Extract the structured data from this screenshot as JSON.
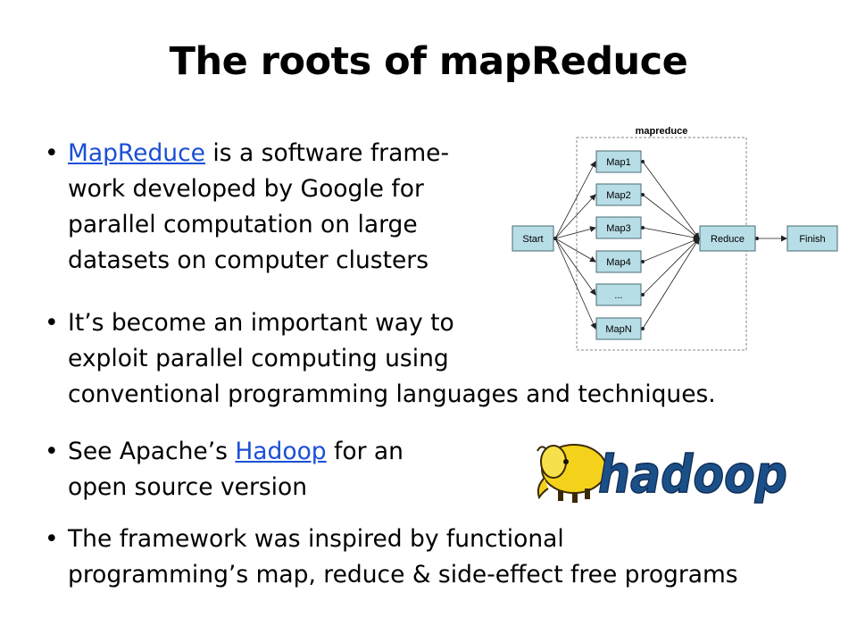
{
  "slide": {
    "title": "The roots of mapReduce",
    "bullet_char": "•",
    "bullets": [
      {
        "link": "MapReduce",
        "line1_rest": " is a software frame-",
        "line2": "work developed by Google for",
        "line3": "parallel computation on large",
        "line4": "datasets on computer clusters"
      },
      {
        "line1": "It’s become an important way to",
        "line2": "exploit parallel computing using",
        "line3": "conventional programming languages and techniques."
      },
      {
        "pre": "See Apache’s ",
        "link": "Hadoop",
        "post": " for an",
        "line2": "open source version"
      },
      {
        "line1": "The framework was inspired by functional",
        "line2": "programming’s map, reduce & side-effect free programs"
      }
    ]
  },
  "diagram": {
    "container_label": "mapreduce",
    "start": "Start",
    "maps": [
      "Map1",
      "Map2",
      "Map3",
      "Map4",
      "...",
      "MapN"
    ],
    "reduce": "Reduce",
    "finish": "Finish",
    "node_fill": "#b7dde6",
    "node_stroke": "#4a6c74"
  },
  "logo": {
    "text": "hadoop",
    "icon": "yellow-elephant-icon",
    "text_color": "#1b4f88",
    "elephant_color": "#f4d21b"
  }
}
